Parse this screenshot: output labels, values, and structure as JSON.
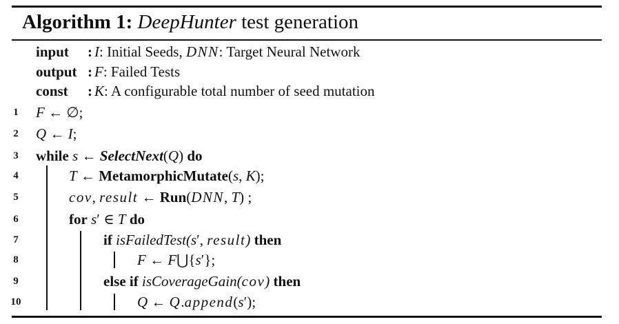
{
  "title": {
    "label": "Algorithm 1:",
    "name": "DeepHunter",
    "rest": "test generation"
  },
  "io": [
    {
      "key": "input",
      "text_a_var": "I",
      "text_a": ": Initial Seeds, ",
      "text_b_var": "DNN",
      "text_b": ": Target Neural Network"
    },
    {
      "key": "output",
      "text_a_var": "F",
      "text_a": ": Failed Tests"
    },
    {
      "key": "const",
      "text_a_var": "K",
      "text_a": ": A configurable total number of seed mutation"
    }
  ],
  "lines": [
    {
      "num": "1"
    },
    {
      "num": "2"
    },
    {
      "num": "3"
    },
    {
      "num": "4"
    },
    {
      "num": "5"
    },
    {
      "num": "6"
    },
    {
      "num": "7"
    },
    {
      "num": "8"
    },
    {
      "num": "9"
    },
    {
      "num": "10"
    }
  ],
  "tokens": {
    "F": "F",
    "Q": "Q",
    "I": "I",
    "s": "s",
    "T": "T",
    "K": "K",
    "arrow": "←",
    "empty": "∅",
    "while": "while",
    "do": "do",
    "for": "for",
    "if": "if",
    "then": "then",
    "else_if": "else if",
    "selectnext": "SelectNext",
    "metamorphic": "MetamorphicMutate",
    "run": "Run",
    "dnn": "DNN",
    "cov": "cov",
    "result": "result",
    "isfailed": "isFailedTest",
    "iscoverage": "isCoverageGain",
    "append": "append",
    "union": "⋃",
    "in": "∈",
    "prime": "′"
  }
}
